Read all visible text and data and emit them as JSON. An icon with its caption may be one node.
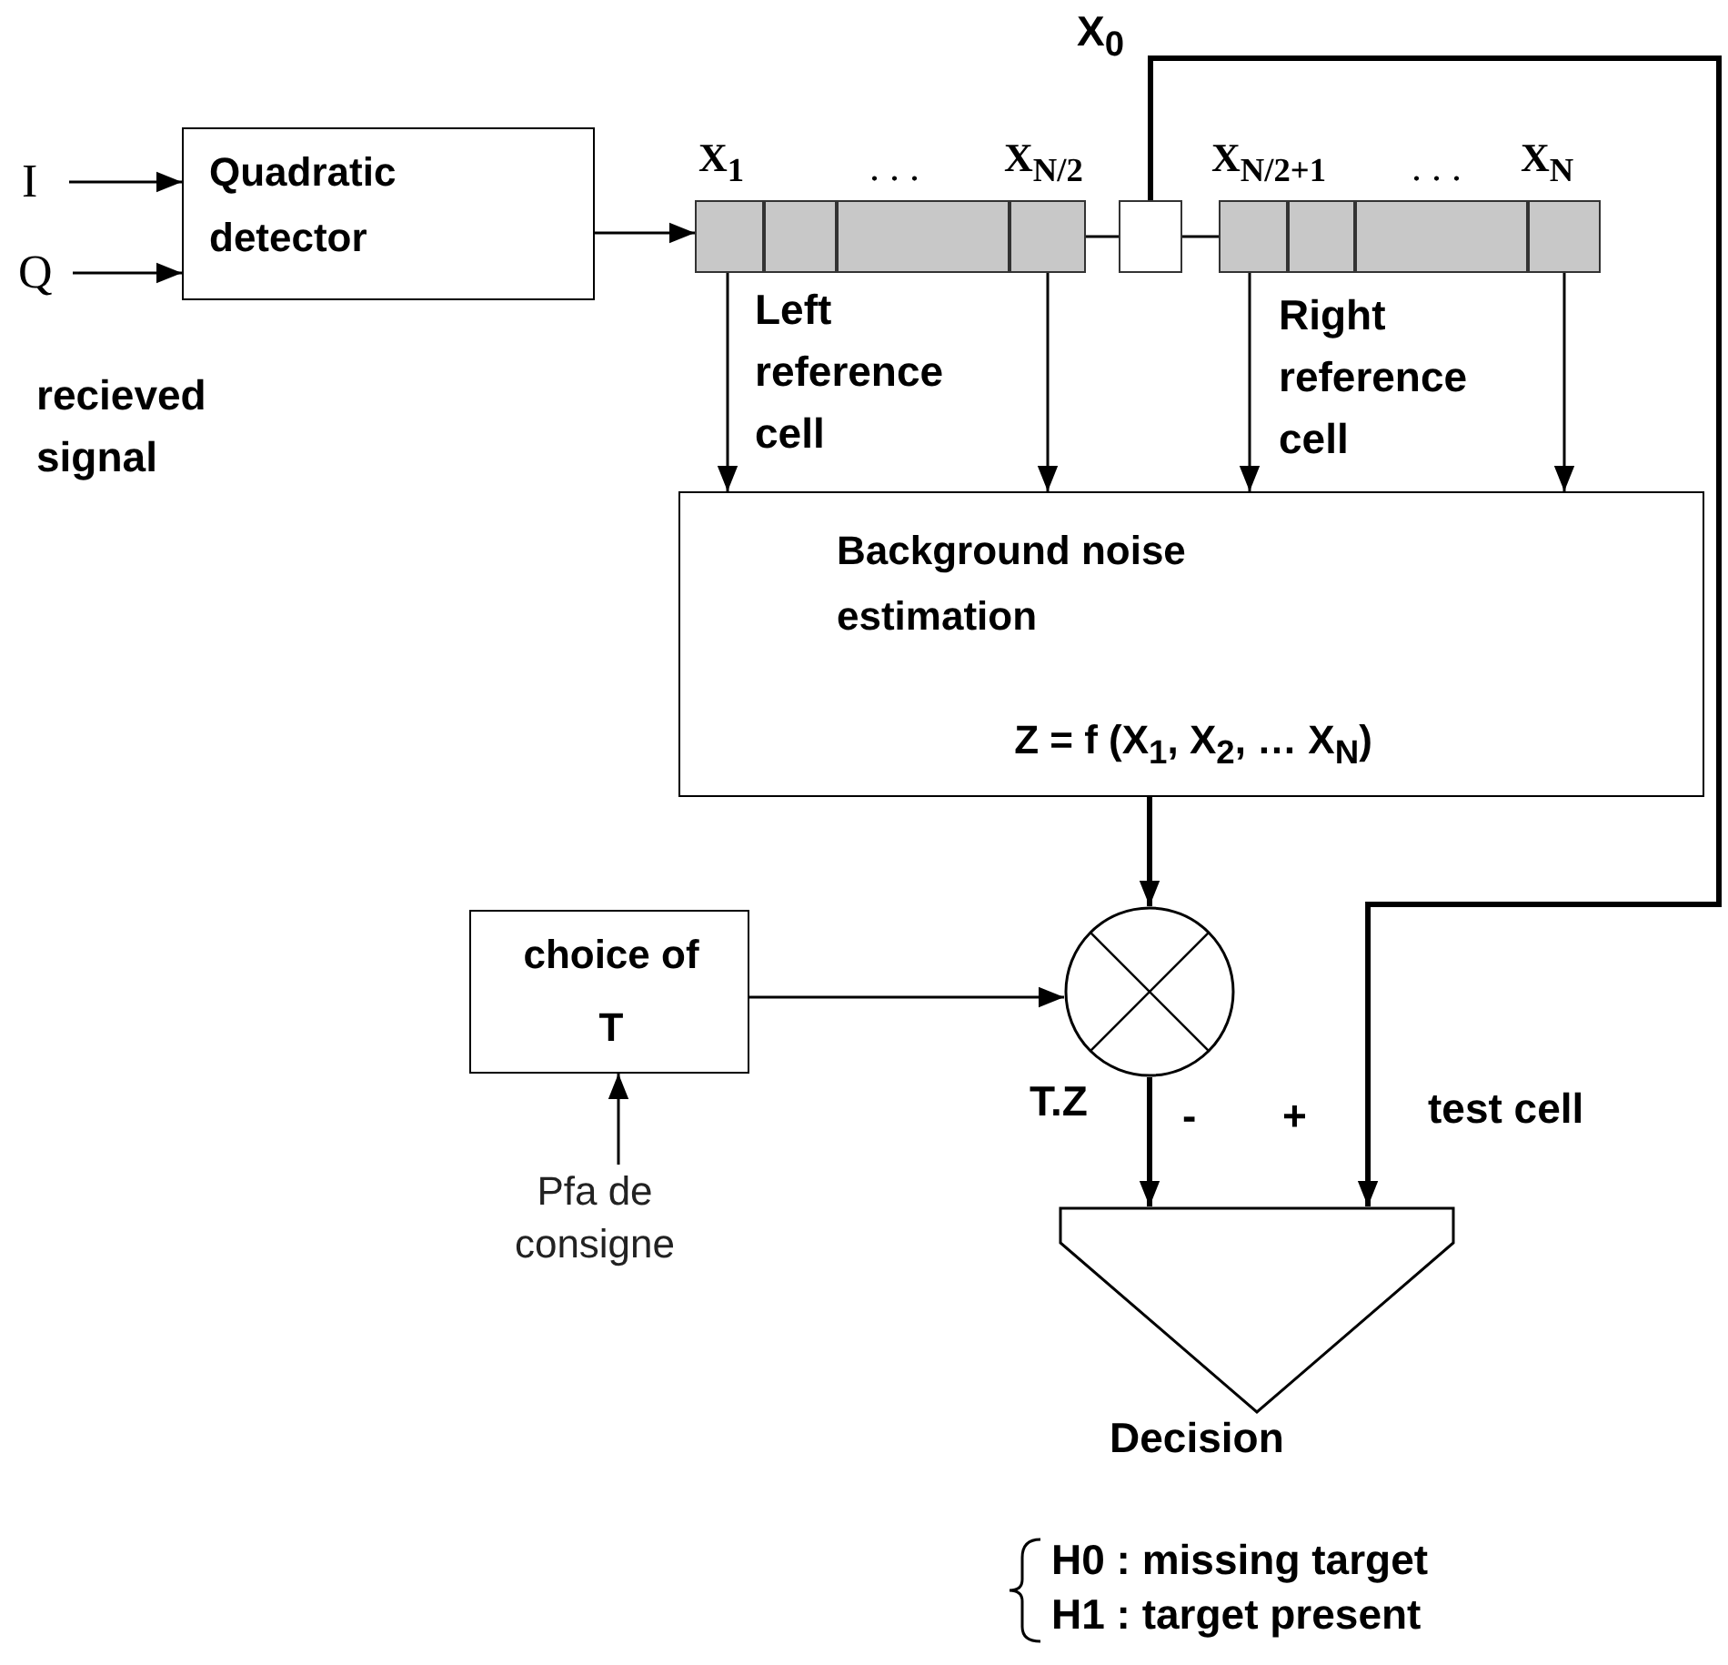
{
  "diagram": {
    "nodes": [
      {
        "text": [
          "I"
        ]
      },
      {
        "text": [
          "Q"
        ]
      },
      {
        "text": [
          "Quadratic detector"
        ]
      },
      {
        "text": [],
        "shape": "box",
        "beside": [
          "X$_{1}$"
        ]
      },
      {
        "text": [],
        "shape": "box"
      },
      {
        "text": [],
        "shape": "box"
      },
      {
        "text": [],
        "shape": "box",
        "beside": [
          "X$_{N/2}$"
        ]
      },
      {
        "text": [],
        "shape": "box",
        "beside": [
          "X$_{0}$"
        ]
      },
      {
        "text": [],
        "shape": "box",
        "beside": [
          "X$_{N/2+1}$"
        ]
      },
      {
        "text": [],
        "shape": "box"
      },
      {
        "text": [],
        "shape": "box"
      },
      {
        "text": [],
        "shape": "box",
        "beside": [
          "X$_{N}$"
        ]
      },
      {
        "text": [
          "Background noise estimation",
          "Z = f (X$_{1}$, X$_{2}$, … X$_{N}$)"
        ]
      },
      {
        "text": [],
        "shape": "circle"
      },
      {
        "text": [
          "choice of T"
        ]
      },
      {
        "text": [
          "Pfa de consigne"
        ]
      },
      {
        "text": [],
        "shape": "triangle",
        "beside": [
          "Decision"
        ]
      }
    ],
    "edges": [
      {
        "from": 0,
        "to": 2,
        "arrow": "to"
      },
      {
        "from": 1,
        "to": 2,
        "arrow": "to"
      },
      {
        "from": 2,
        "to": 3,
        "arrow": "to"
      },
      {
        "from": 6,
        "to": 7,
        "arrow": "none"
      },
      {
        "from": 7,
        "to": 8,
        "arrow": "none"
      },
      {
        "from": 3,
        "to": 12,
        "arrow": "to"
      },
      {
        "from": 6,
        "to": 12,
        "arrow": "to"
      },
      {
        "from": 8,
        "to": 12,
        "arrow": "to"
      },
      {
        "from": 11,
        "to": 12,
        "arrow": "to"
      },
      {
        "from": 12,
        "to": 13,
        "arrow": "to",
        "style": "thick"
      },
      {
        "from": 14,
        "to": 13,
        "arrow": "to"
      },
      {
        "from": 15,
        "to": 14,
        "arrow": "to"
      },
      {
        "from": 13,
        "to": 16,
        "arrow": "to",
        "label": "T.Z",
        "style": "thick"
      },
      {
        "from": 7,
        "to": 16,
        "arrow": "to",
        "style": "thick"
      }
    ],
    "labels": [
      "recieved signal",
      ". . .",
      ". . .",
      "Left reference cell",
      "Right reference cell",
      "-",
      "+",
      "test cell",
      "H0 : missing target",
      "H1 : target present"
    ]
  }
}
